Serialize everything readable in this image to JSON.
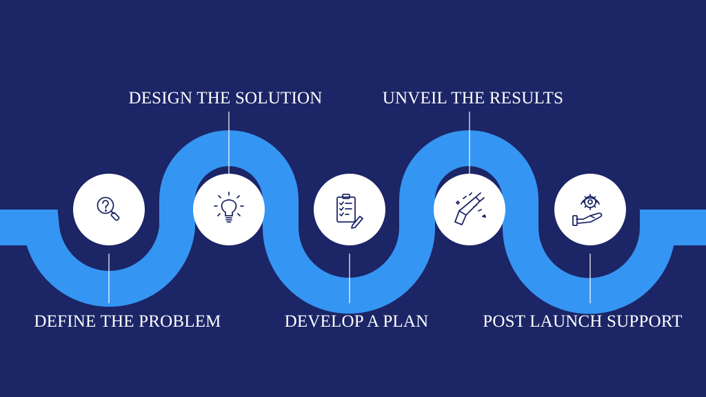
{
  "colors": {
    "background": "#1c2566",
    "wave": "#3595f2",
    "circle": "#ffffff",
    "icon": "#1c2566",
    "connector": "#ffffff"
  },
  "steps": [
    {
      "label": "DEFINE THE PROBLEM",
      "icon": "question-magnifier-icon",
      "position": "bottom"
    },
    {
      "label": "DESIGN THE SOLUTION",
      "icon": "lightbulb-icon",
      "position": "top"
    },
    {
      "label": "DEVELOP A PLAN",
      "icon": "clipboard-checklist-icon",
      "position": "bottom"
    },
    {
      "label": "UNVEIL THE RESULTS",
      "icon": "party-popper-icon",
      "position": "top"
    },
    {
      "label": "POST LAUNCH SUPPORT",
      "icon": "hand-gear-support-icon",
      "position": "bottom"
    }
  ]
}
